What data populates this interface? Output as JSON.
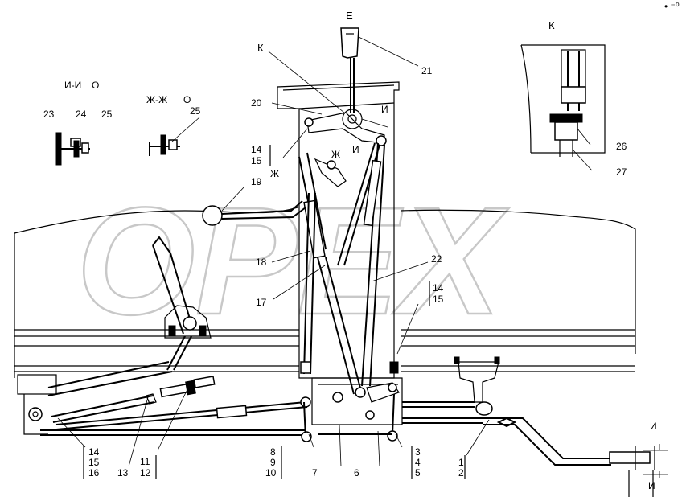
{
  "views": {
    "top_e": "Е",
    "view_k_top": "К",
    "view_k_right": "К",
    "section_ii": "И-И",
    "section_zhzh": "Ж-Ж",
    "cut_i": "И",
    "cut_zh": "Ж"
  },
  "callouts": {
    "p21": "21",
    "p20": "20",
    "p19": "19",
    "p18": "18",
    "p17": "17",
    "p22": "22",
    "p23": "23",
    "p24": "24",
    "p25a": "25",
    "p25b": "25",
    "p26": "26",
    "p27": "27",
    "g14a": "14",
    "g15a": "15",
    "g14b": "14",
    "g15b": "15",
    "g14c": "14",
    "g15c": "15",
    "g16c": "16",
    "p13": "13",
    "g11": "11",
    "g12": "12",
    "g8": "8",
    "g9": "9",
    "g10": "10",
    "p7": "7",
    "p6": "6",
    "g3": "3",
    "g4": "4",
    "g5": "5",
    "g1": "1",
    "g2": "2"
  },
  "watermark": "OPEX"
}
